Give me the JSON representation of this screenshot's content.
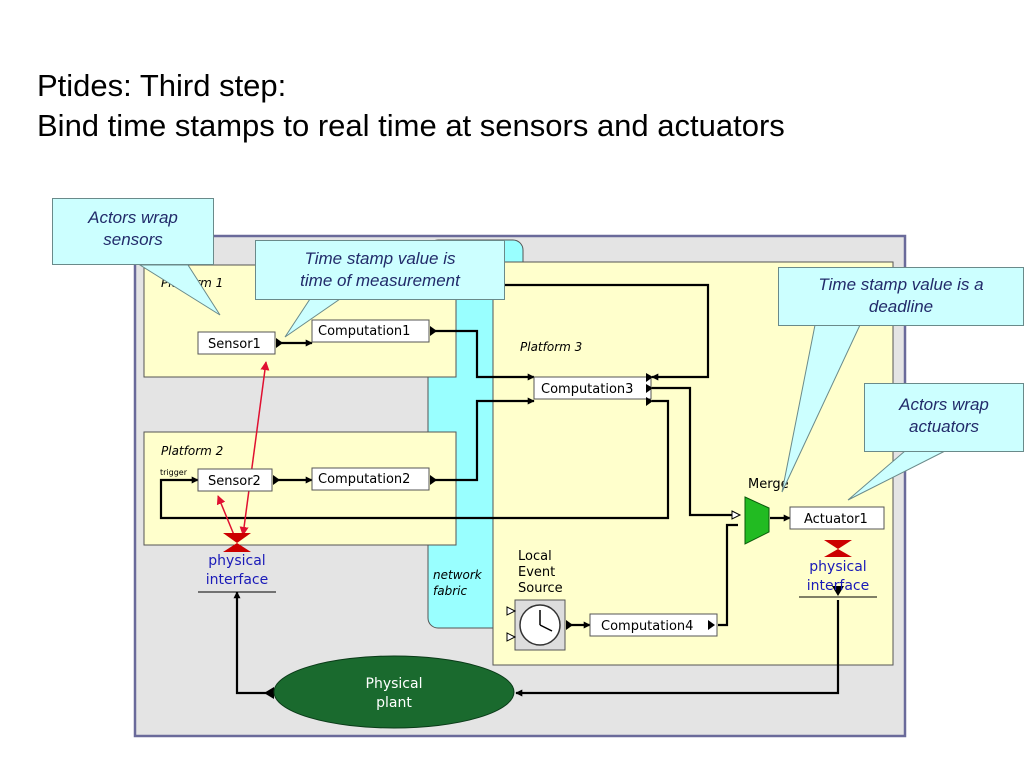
{
  "slide": {
    "title_line1": "Ptides: Third step:",
    "title_line2": "Bind time stamps to real time at sensors and actuators"
  },
  "callouts": {
    "sensors": [
      "Actors wrap",
      "sensors"
    ],
    "measurement": [
      "Time stamp value is",
      "time of measurement"
    ],
    "deadline": [
      "Time stamp value is a",
      "deadline"
    ],
    "actuators": [
      "Actors wrap",
      "actuators"
    ]
  },
  "diagram": {
    "platform1": "Platform 1",
    "platform2": "Platform 2",
    "platform3": "Platform 3",
    "network_fabric": [
      "network",
      "fabric"
    ],
    "sensor1": "Sensor1",
    "sensor2": "Sensor2",
    "trigger": "trigger",
    "computation1": "Computation1",
    "computation2": "Computation2",
    "computation3": "Computation3",
    "computation4": "Computation4",
    "actuator1": "Actuator1",
    "merge": "Merge",
    "local_event_source": [
      "Local",
      "Event",
      "Source"
    ],
    "physical_interface_left": [
      "physical",
      "interface"
    ],
    "physical_interface_right": [
      "physical",
      "interface"
    ],
    "physical_plant": [
      "Physical",
      "plant"
    ]
  },
  "colors": {
    "platform_fill": "#ffffcc",
    "network_fill": "#99ffff",
    "outer_fill": "#e4e4e4",
    "outer_border": "#6a6a9a",
    "callout_fill": "#ccffff",
    "merge_green": "#22bb22",
    "plant_green": "#1a6a2e",
    "interface_red": "#cc0000",
    "interface_text": "#1a1ab8"
  }
}
